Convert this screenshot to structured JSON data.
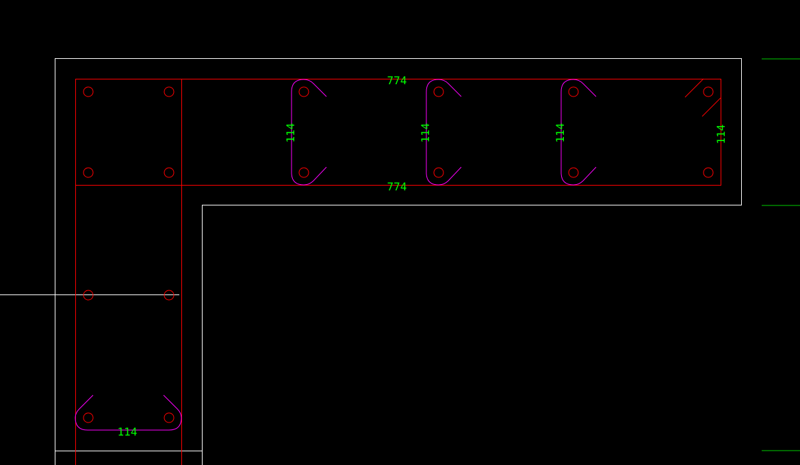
{
  "colors": {
    "background": "#000000",
    "outline": "#ffffff",
    "rebar_frame": "#ff0000",
    "stirrup": "#ff00ff",
    "dimension": "#00ff00",
    "axis_line": "#00cc00"
  },
  "dimensions": {
    "top_length": "774",
    "bottom_length": "774",
    "hook_height_1": "114",
    "hook_height_2": "114",
    "hook_height_3": "114",
    "end_height": "114",
    "leg_width": "114"
  }
}
